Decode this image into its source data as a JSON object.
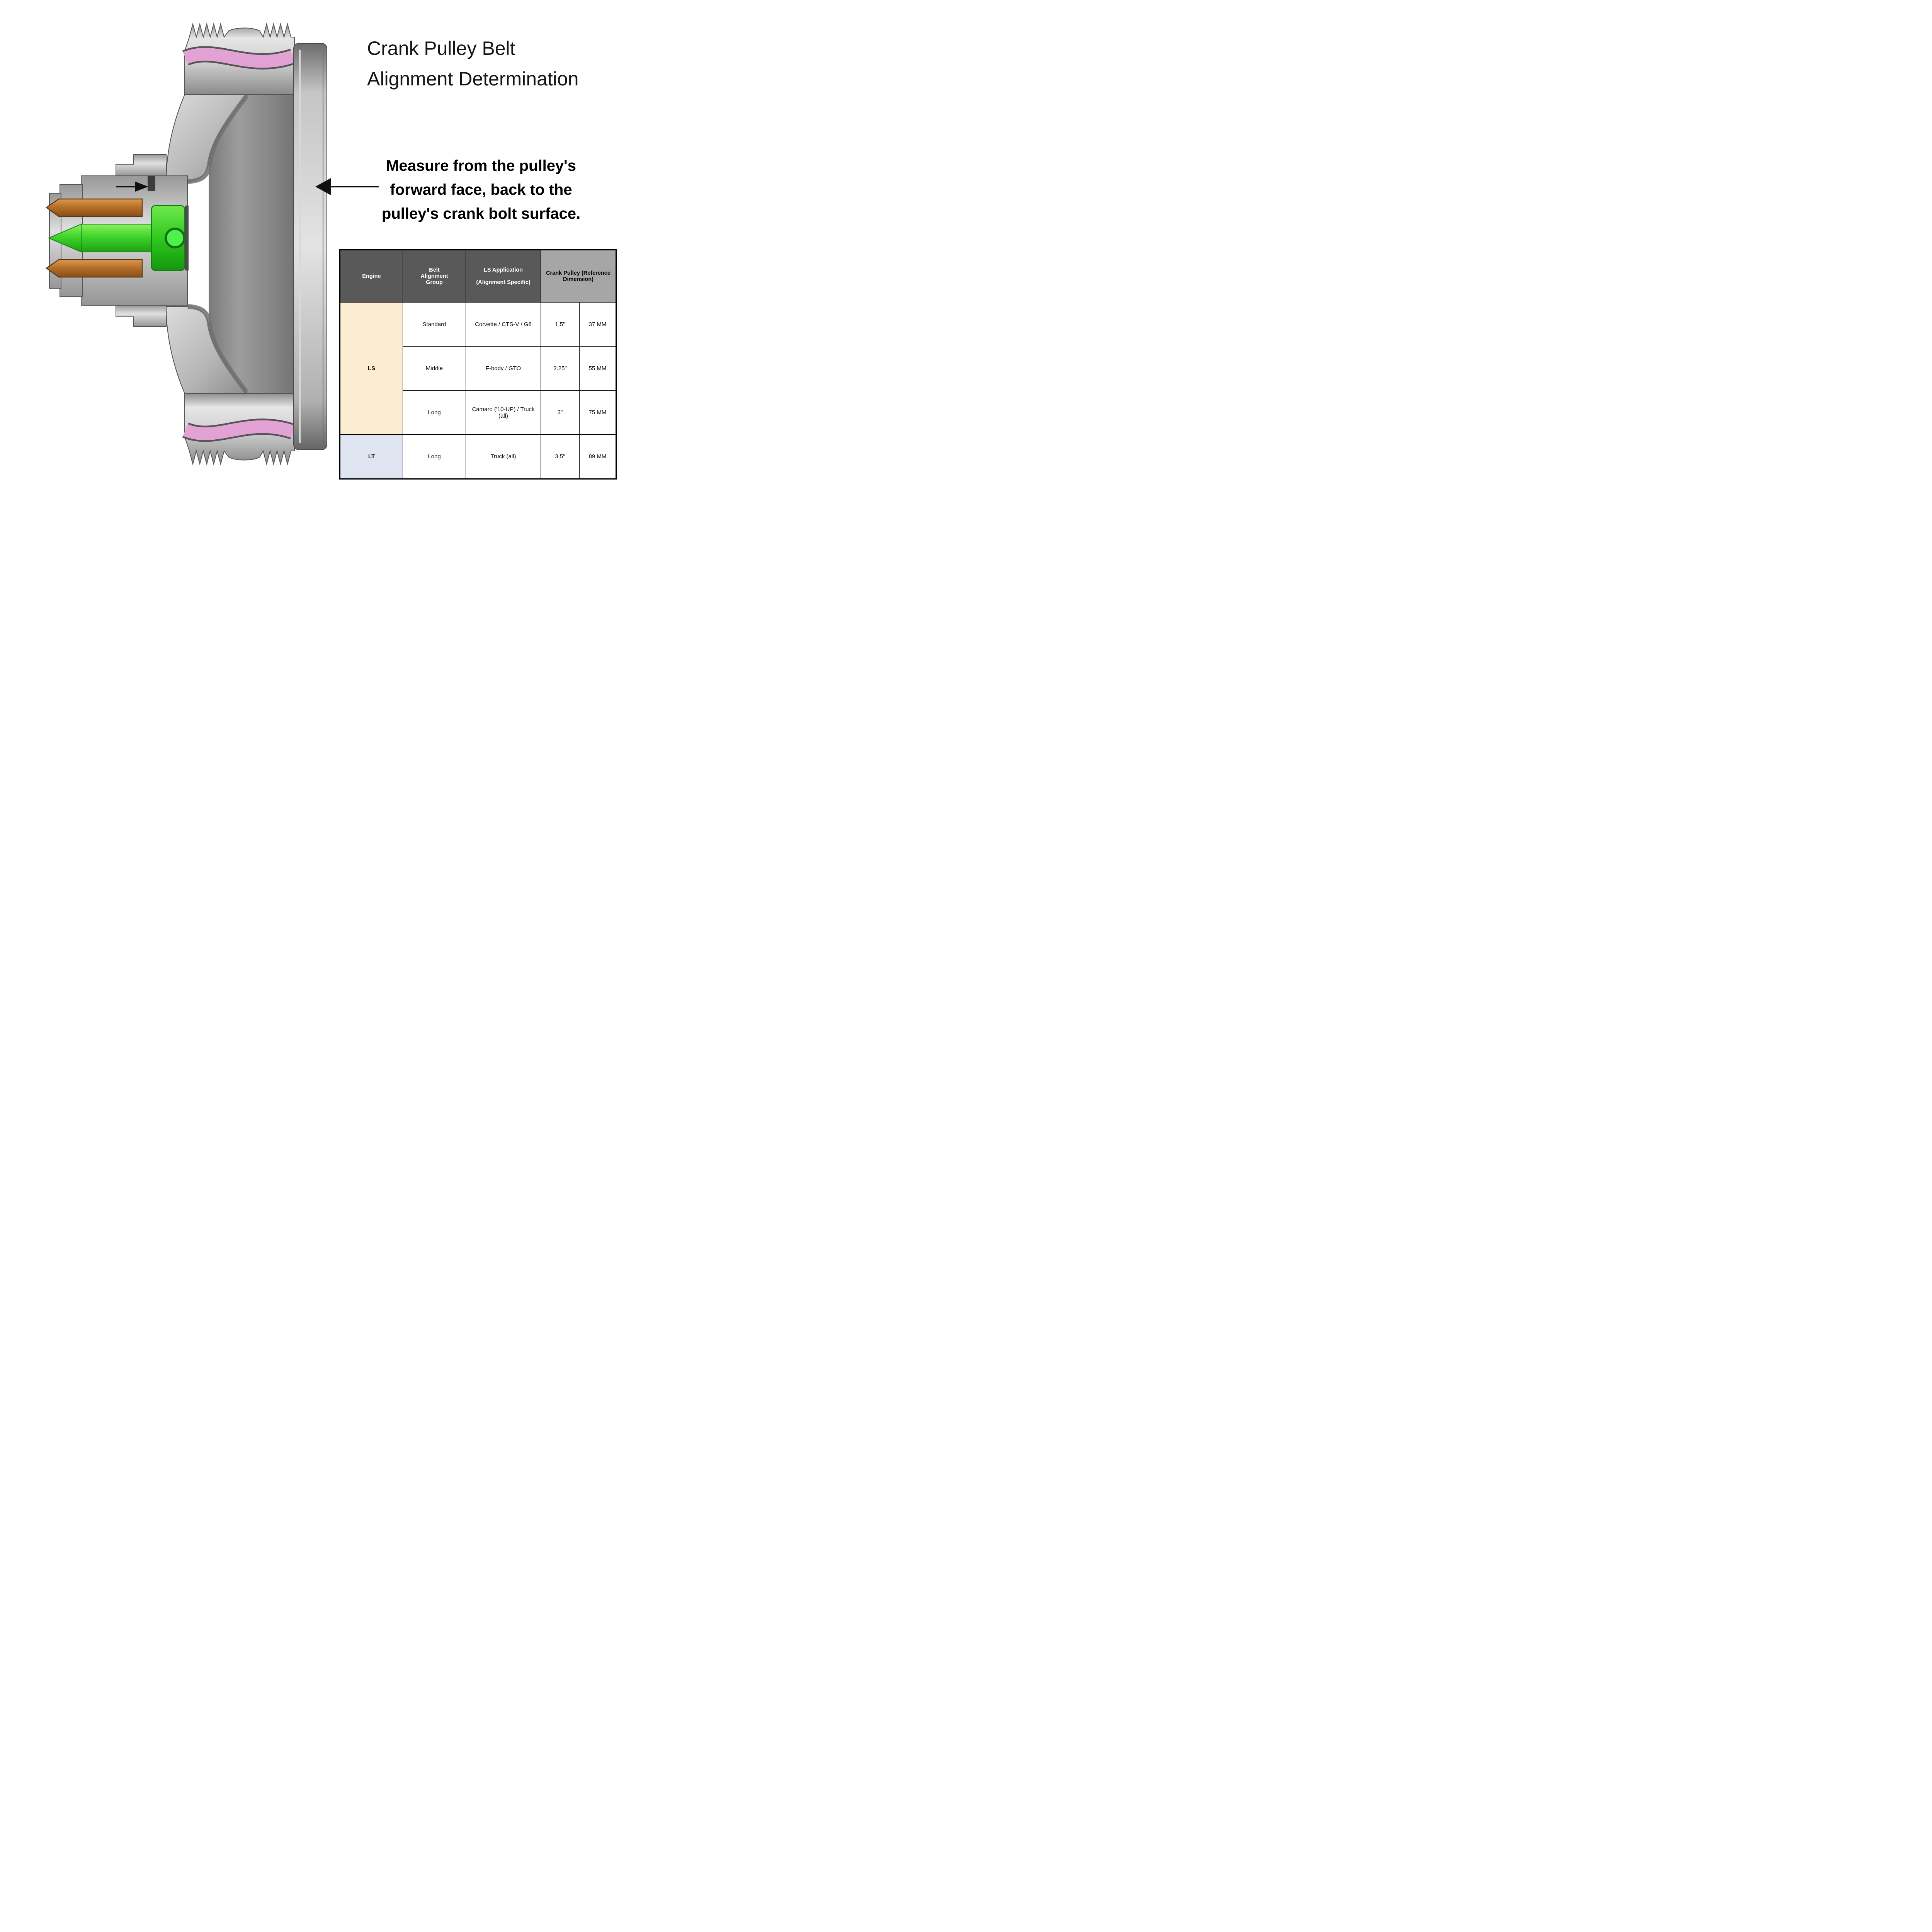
{
  "title": {
    "lines": [
      "Crank Pulley Belt",
      "Alignment Determination"
    ]
  },
  "annotation": {
    "lines": [
      "Measure from the pulley's",
      "forward face, back to the",
      "pulley's crank bolt surface."
    ]
  },
  "table": {
    "headers": {
      "engine": "Engine",
      "belt_group_lines": [
        "Belt",
        "Alignment",
        "Group"
      ],
      "ls_application_lines": [
        "LS Application",
        "(Alignment Specific)"
      ],
      "crank_pulley": "Crank Pulley (Reference Dimension)"
    },
    "rows": [
      {
        "engine": "LS",
        "group": "Standard",
        "application": "Corvette / CTS-V / G8",
        "inches": "1.5\"",
        "mm": "37 MM"
      },
      {
        "group": "Middle",
        "application": "F-body / GTO",
        "inches": "2.25\"",
        "mm": "55 MM"
      },
      {
        "group": "Long",
        "application": "Camaro ('10-UP) / Truck (all)",
        "inches": "3\"",
        "mm": "75 MM"
      },
      {
        "engine": "LT",
        "group": "Long",
        "application": "Truck (all)",
        "inches": "3.5\"",
        "mm": "89 MM"
      }
    ]
  },
  "diagram": {
    "description": "Cross-section of crank pulley with damper rings, keyed crank snout and crank bolt",
    "colors": {
      "header_dark": "#595959",
      "header_light": "#a6a6a6",
      "ls_row_bg": "#fcecd2",
      "lt_row_bg": "#dfe5f1",
      "damper_ring_pink": "#e2a2d5",
      "crank_bolt_green": "#3fd42c",
      "key_copper": "#b5702a"
    }
  }
}
